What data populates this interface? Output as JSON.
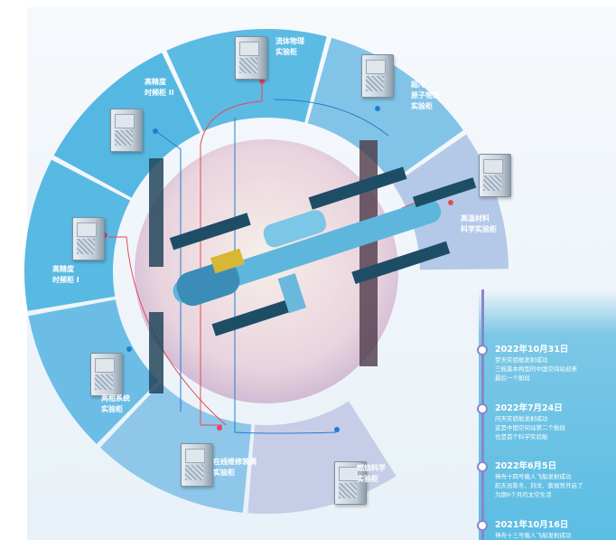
{
  "segments": [
    {
      "label": "燃烧科学\n实验柜",
      "color": "#c7cde6"
    },
    {
      "label": "在线维修装调\n实验柜",
      "color": "#8ec7ea"
    },
    {
      "label": "两相系统\n实验柜",
      "color": "#6cbde6"
    },
    {
      "label": "高精度\n时频柜 I",
      "color": "#58b9e3"
    },
    {
      "label": "高精度\n时频柜 II",
      "color": "#54b8e2"
    },
    {
      "label": "流体物理\n实验柜",
      "color": "#5bbbe3"
    },
    {
      "label": "超冷\n原子物理\n实验柜",
      "color": "#82c4e8"
    },
    {
      "label": "高温材料\n科学实验柜",
      "color": "#b4c9e8"
    }
  ],
  "timeline": [
    {
      "date": "2022年10月31日",
      "desc": "梦天实验舱发射成功\n三舱基本构型的中国空间站迎来\n最后一个舱段"
    },
    {
      "date": "2022年7月24日",
      "desc": "问天实验舱发射成功\n这是中国空间站第二个舱段\n也是首个科学实验舱"
    },
    {
      "date": "2022年6月5日",
      "desc": "神舟十四号载人飞船发射成功\n航天员陈冬、刘洋、蔡旭哲开启了\n为期6个月的太空生活"
    },
    {
      "date": "2021年10月16日",
      "desc": "神舟十三号载人飞船发射成功"
    }
  ],
  "colors": {
    "accent_red": "#e8475a",
    "accent_blue": "#1f7fd0",
    "timeline_line": "#8a86c9"
  }
}
